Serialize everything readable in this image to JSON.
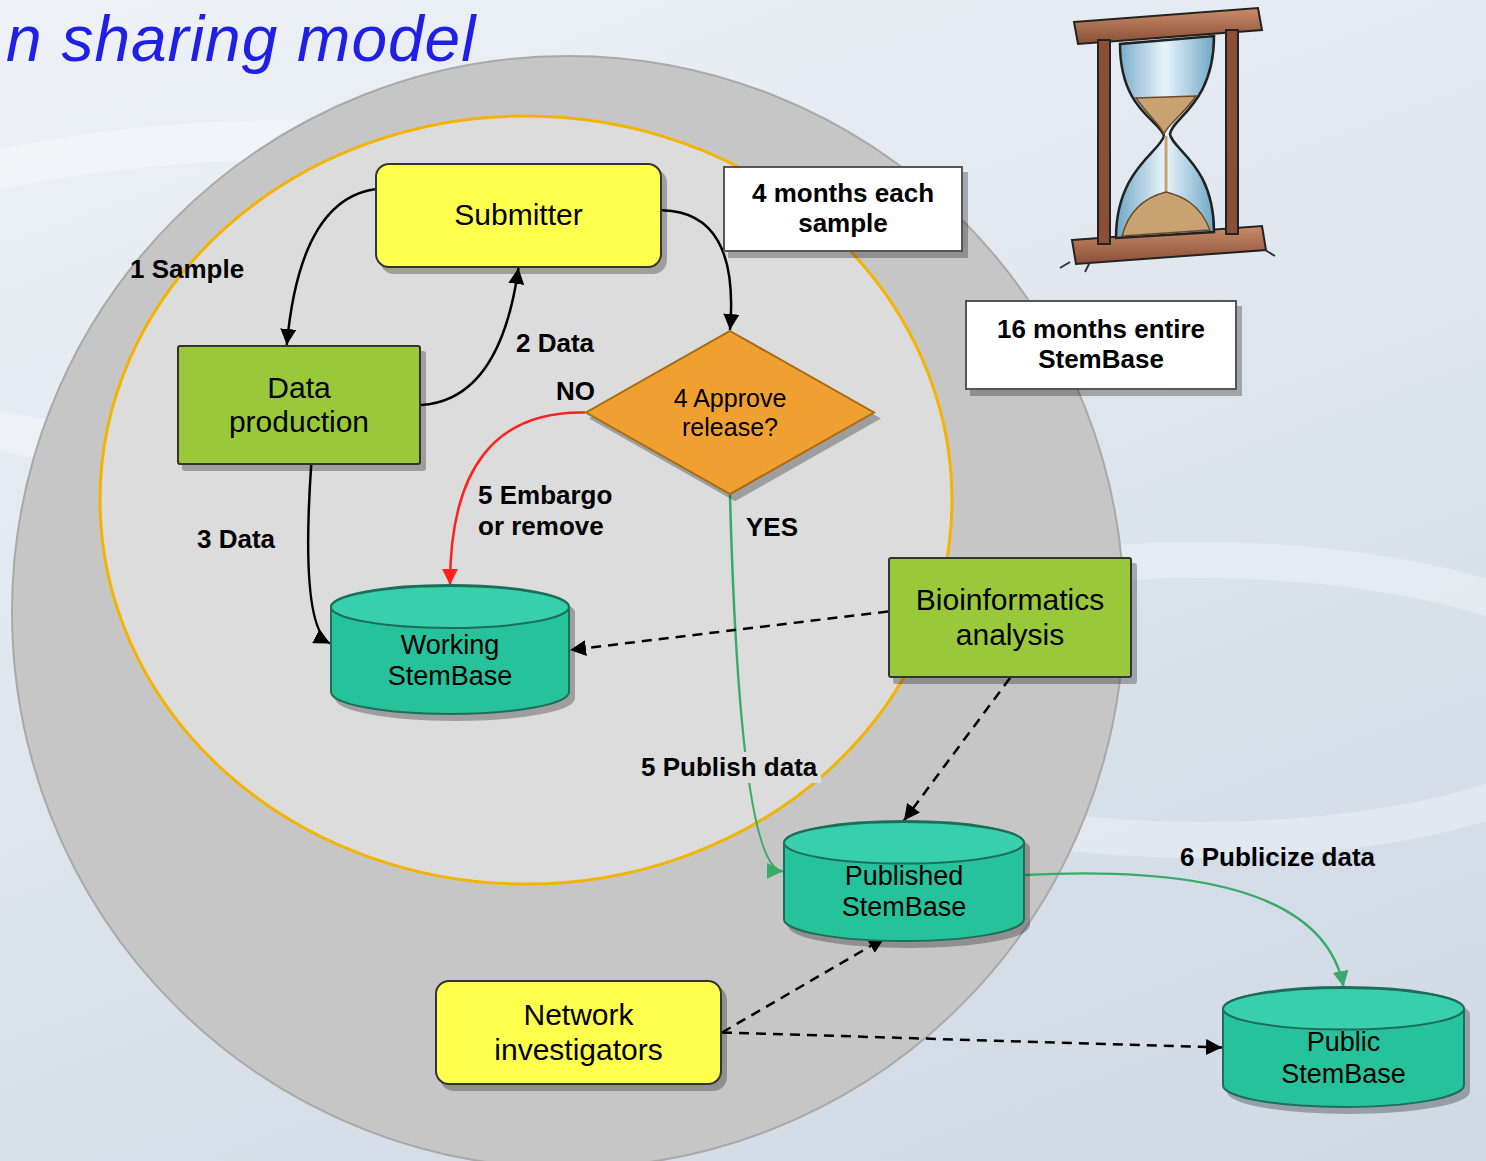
{
  "diagram": {
    "title": "n sharing model",
    "nodes": [
      {
        "text": [
          "Submitter"
        ]
      },
      {
        "text": [
          "4 months each sample"
        ]
      },
      {
        "text": [
          "16 months entire StemBase"
        ]
      },
      {
        "text": [
          "Data production"
        ]
      },
      {
        "text": [
          "4 Approve release?"
        ]
      },
      {
        "text": [
          "Working StemBase"
        ]
      },
      {
        "text": [
          "Bioinformatics analysis"
        ]
      },
      {
        "text": [
          "Published StemBase"
        ]
      },
      {
        "text": [
          "Network investigators"
        ]
      },
      {
        "text": [
          "Public StemBase"
        ]
      }
    ],
    "edges": [
      {
        "from": 0,
        "to": 3,
        "label": "1 Sample",
        "arrow": "to"
      },
      {
        "from": 3,
        "to": 0,
        "label": "2 Data",
        "arrow": "to"
      },
      {
        "from": 3,
        "to": 5,
        "label": "3 Data",
        "arrow": "to"
      },
      {
        "from": 0,
        "to": 4,
        "arrow": "to"
      },
      {
        "from": 4,
        "to": 5,
        "label": "5 Embargo or remove",
        "arrow": "to"
      },
      {
        "from": 4,
        "to": 7,
        "label": "5 Publish data",
        "arrow": "to"
      },
      {
        "from": 6,
        "to": 5,
        "arrow": "to"
      },
      {
        "from": 6,
        "to": 7,
        "arrow": "to"
      },
      {
        "from": 7,
        "to": 9,
        "label": "6 Publicize data",
        "arrow": "to"
      },
      {
        "from": 8,
        "to": 7,
        "arrow": "to"
      },
      {
        "from": 8,
        "to": 9,
        "arrow": "to"
      }
    ],
    "labels": [
      "NO",
      "YES"
    ]
  }
}
